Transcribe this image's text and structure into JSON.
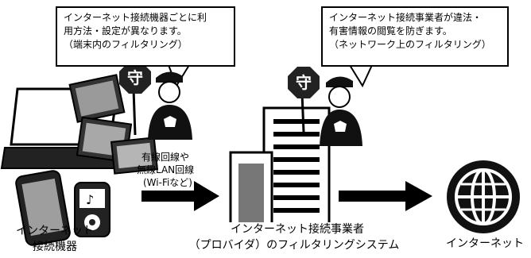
{
  "bubbles": {
    "device": {
      "line1": "インターネット接続機器ごとに利",
      "line2": "用方法・設定が異なります。",
      "line3": "（端末内のフィルタリング）"
    },
    "provider": {
      "line1": "インターネット接続事業者が違法・",
      "line2": "有害情報の閲覧を防ぎます。",
      "line3": "（ネットワーク上のフィルタリング）"
    }
  },
  "guard_sign_text": "守",
  "connection": {
    "line1": "有線回線や",
    "line2": "無線LAN回線",
    "line3": "(Wi-Fiなど)"
  },
  "labels": {
    "devices_line1": "インターネット",
    "devices_line2": "接続機器",
    "provider_line1": "インターネット接続事業者",
    "provider_line2": "（プロバイダ）のフィルタリングシステム",
    "internet": "インターネット"
  }
}
